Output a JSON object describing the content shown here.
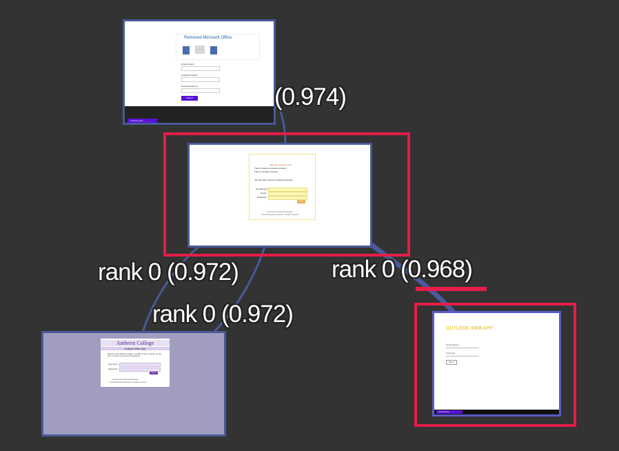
{
  "colors": {
    "background": "#333333",
    "edge": "#4a5a98",
    "highlight": "#e81c48",
    "node_border": "#4a5a98"
  },
  "edges": [
    {
      "label": "(0.974)"
    },
    {
      "label": "rank 0 (0.972)"
    },
    {
      "label": "rank 0 (0.972)"
    },
    {
      "label": "rank 0 (0.968)"
    }
  ],
  "nodes": {
    "n1": {
      "title": "Removed Microsoft Office",
      "fields": [
        "Email/Usuario",
        "Email/Contraseña",
        "Repeat Password"
      ],
      "button": "Submit",
      "footer_button": "Continue here"
    },
    "n2": {
      "notice": "Warning: Security notice",
      "options": [
        "This is a public or shared computer",
        "This is a private computer"
      ],
      "light": "Use the Light version of Outlook Web App",
      "fields": [
        "Domain\\user name:",
        "Email:",
        "Password:"
      ],
      "button": "Sign in",
      "footer1": "Connected to Microsoft Exchange",
      "footer2": "© 2016 Microsoft Corporation. All rights reserved."
    },
    "n3": {
      "college": "Amherst College",
      "subtitle": "Outlook Web App",
      "intro": "Welcome to the Amherst College. If a public or open computer, use the form to confirm your access and password.",
      "fields": [
        "Username:",
        "Password:"
      ],
      "button": "Sign in",
      "footer1": "Connected to Microsoft Exchange",
      "footer2": "© 2010 Microsoft Corporation. All rights reserved."
    },
    "n4": {
      "title": "OUTLOOK WEB APP",
      "fields": [
        "Email address",
        "Password"
      ],
      "button": "Sign in",
      "footer_button": "Continue here"
    }
  }
}
